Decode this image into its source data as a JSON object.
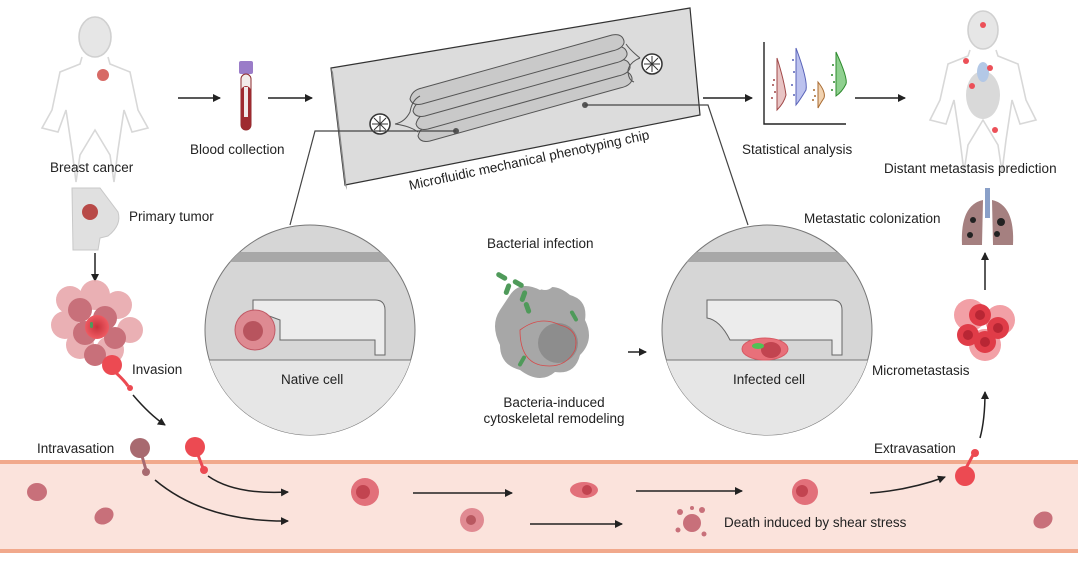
{
  "figure": {
    "labels": {
      "breast_cancer": "Breast cancer",
      "blood_collection": "Blood collection",
      "chip": "Microfluidic mechanical phenotyping chip",
      "statistical_analysis": "Statistical analysis",
      "distant_metastasis_prediction": "Distant metastasis prediction",
      "primary_tumor": "Primary tumor",
      "invasion": "Invasion",
      "intravasation": "Intravasation",
      "native_cell": "Native cell",
      "bacterial_infection": "Bacterial infection",
      "bacteria_induced_line1": "Bacteria-induced",
      "bacteria_induced_line2": "cytoskeletal remodeling",
      "infected_cell": "Infected cell",
      "metastatic_colonization": "Metastatic colonization",
      "micrometastasis": "Micrometastasis",
      "extravasation": "Extravasation",
      "death_shear_stress": "Death induced by shear stress"
    },
    "colors": {
      "tumor_red": "#e8404a",
      "tumor_pink": "#d98a90",
      "bacteria_green": "#4f9a5a",
      "vessel_fill": "#fbe3dc",
      "vessel_wall": "#f1a98c",
      "chip_gray": "#dcdcdc",
      "tube_cap": "#9a7cc8",
      "blood": "#9e2a30",
      "violin_colors": [
        "#c98a8a",
        "#8f98d8",
        "#e0ae80",
        "#5aa85a"
      ]
    }
  }
}
